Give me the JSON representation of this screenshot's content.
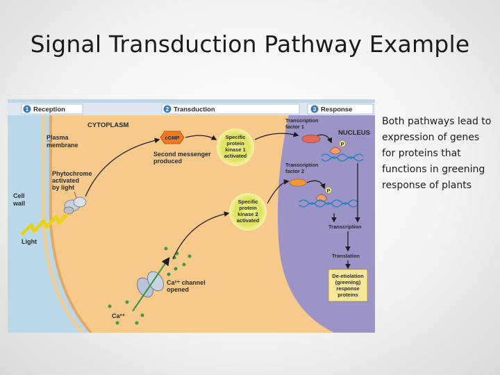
{
  "slide": {
    "title": "Signal Transduction Pathway Example",
    "caption_lines": [
      "Both pathways lead to",
      "expression of genes",
      "for proteins that",
      "functions in greening",
      "response of plants"
    ]
  },
  "figure": {
    "stages": [
      {
        "number": "1",
        "label": "Reception"
      },
      {
        "number": "2",
        "label": "Transduction"
      },
      {
        "number": "3",
        "label": "Response"
      }
    ],
    "cytoplasm": "CYTOPLASM",
    "nucleus": "NUCLEUS",
    "plasma_membrane": [
      "Plasma",
      "membrane"
    ],
    "cell_wall": [
      "Cell",
      "wall"
    ],
    "phytochrome": [
      "Phytochrome",
      "activated",
      "by light"
    ],
    "light": "Light",
    "cgmp": "cGMP",
    "second_messenger": [
      "Second messenger",
      "produced"
    ],
    "kinase1": [
      "Specific",
      "protein",
      "kinase 1",
      "activated"
    ],
    "kinase2": [
      "Specific",
      "protein",
      "kinase 2",
      "activated"
    ],
    "ca_channel": [
      "Ca²⁺ channel",
      "opened"
    ],
    "ca_ion": "Ca²⁺",
    "tf1": [
      "Transcription",
      "factor 1"
    ],
    "tf2": [
      "Transcription",
      "factor 2"
    ],
    "phosphate": "P",
    "transcription": "Transcription",
    "translation": "Translation",
    "response_box": [
      "De-etiolation",
      "(greening)",
      "response",
      "proteins"
    ]
  },
  "colors": {
    "cytoplasm": "#f7c98b",
    "nucleus": "#9c93c6",
    "outside": "#b9d9ea",
    "stage_badge": "#3f78b6",
    "kinase_fill": "#e6e96a",
    "response_box": "#f6e79a"
  }
}
